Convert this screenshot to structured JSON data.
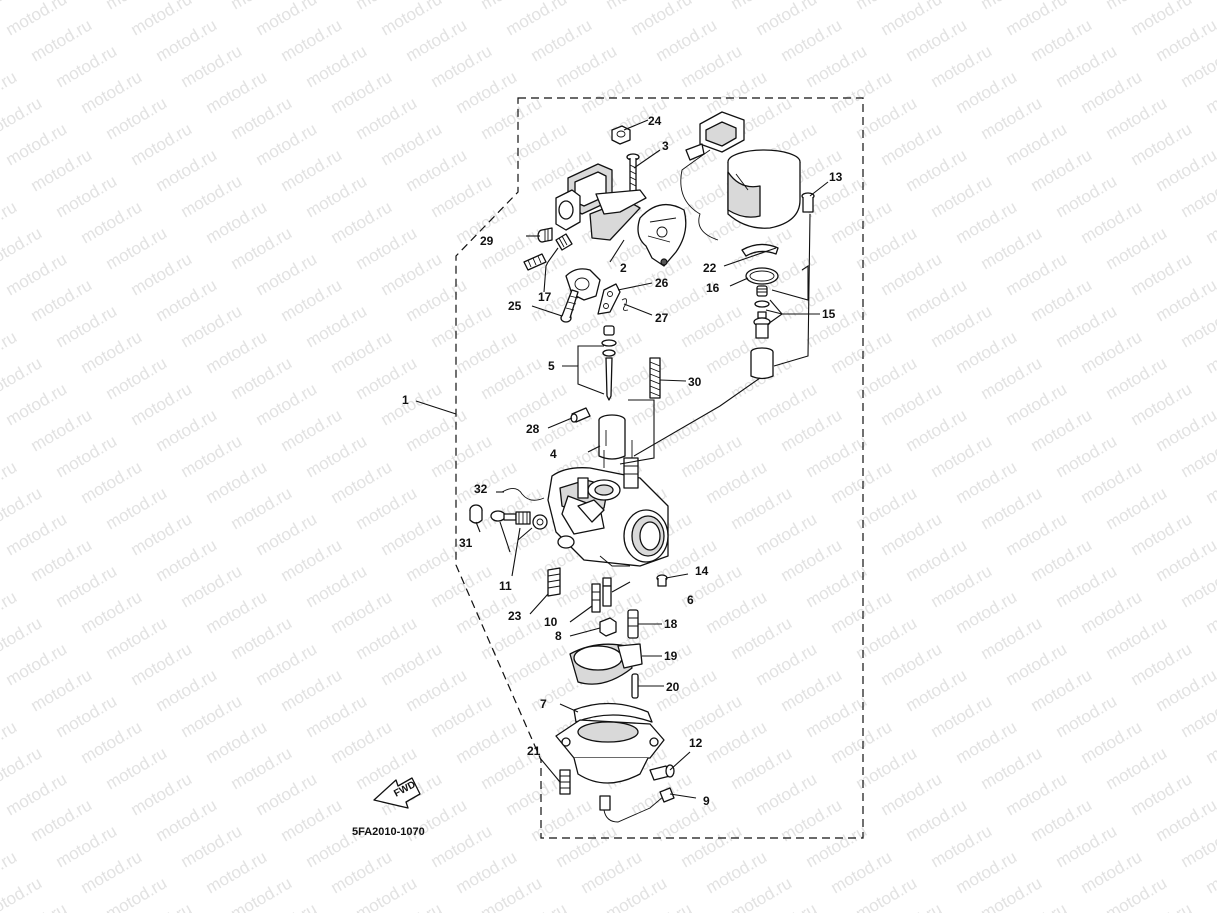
{
  "watermark": "motod.ru",
  "callouts": {
    "c1": "1",
    "c2": "2",
    "c3": "3",
    "c4": "4",
    "c5": "5",
    "c6": "6",
    "c7": "7",
    "c8": "8",
    "c9": "9",
    "c10": "10",
    "c11": "11",
    "c12": "12",
    "c13": "13",
    "c14": "14",
    "c15": "15",
    "c16": "16",
    "c17": "17",
    "c18": "18",
    "c19": "19",
    "c20": "20",
    "c21": "21",
    "c22": "22",
    "c23": "23",
    "c24": "24",
    "c25": "25",
    "c26": "26",
    "c27": "27",
    "c28": "28",
    "c29": "29",
    "c30": "30",
    "c31": "31",
    "c32": "32"
  },
  "fwd_label": "FWD",
  "diagram_code": "5FA2010-1070"
}
